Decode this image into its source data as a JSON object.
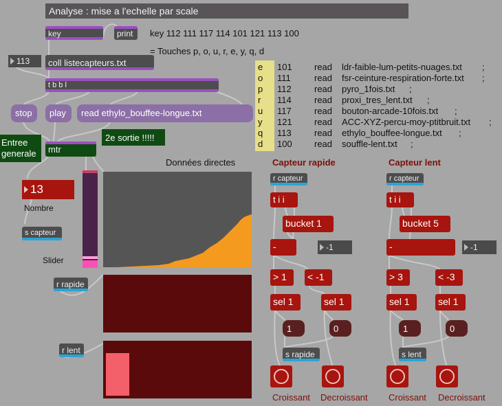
{
  "title": "Analyse : mise a l'echelle par scale",
  "objects": {
    "key": "key",
    "print": "print",
    "key_output": "key 112 111 117 114 101 121 113 100",
    "touches": "= Touches p, o, u, r, e, y, q, d",
    "num_113": "113",
    "coll": "coll listecapteurs.txt",
    "tbbl": "t b b l",
    "stop": "stop",
    "play": "play",
    "read_msg": "read ethylo_bouffee-longue.txt",
    "entree1": "Entree",
    "entree2": "generale",
    "mtr": "mtr",
    "sortie": "2e sortie !!!!!",
    "donnees": "Données directes",
    "nombre_value": "13",
    "nombre_label": "Nombre",
    "s_capteur": "s capteur",
    "slider_label": "Slider",
    "r_rapide": "r rapide",
    "r_lent": "r lent"
  },
  "key_table": [
    {
      "key": "e",
      "num": "101",
      "cmd": "read",
      "file": "ldr-faible-lum-petits-nuages.txt",
      "end": ";"
    },
    {
      "key": "o",
      "num": "111",
      "cmd": "read",
      "file": "fsr-ceinture-respiration-forte.txt",
      "end": ";"
    },
    {
      "key": "p",
      "num": "112",
      "cmd": "read",
      "file": "pyro_1fois.txt",
      "end": ";"
    },
    {
      "key": "r",
      "num": "114",
      "cmd": "read",
      "file": "proxi_tres_lent.txt",
      "end": ";"
    },
    {
      "key": "u",
      "num": "117",
      "cmd": "read",
      "file": "bouton-arcade-10fois.txt",
      "end": ";"
    },
    {
      "key": "y",
      "num": "121",
      "cmd": "read",
      "file": "ACC-XYZ-percu-moy-ptitbruit.txt",
      "end": ";"
    },
    {
      "key": "q",
      "num": "113",
      "cmd": "read",
      "file": "ethylo_bouffee-longue.txt",
      "end": ";"
    },
    {
      "key": "d",
      "num": "100",
      "cmd": "read",
      "file": "souffle-lent.txt",
      "end": ";"
    }
  ],
  "rapide": {
    "header": "Capteur rapide",
    "r_capteur": "r capteur",
    "tii": "t i i",
    "bucket": "bucket 1",
    "minus": "-",
    "neg": "-1",
    "gt": "> 1",
    "lt": "< -1",
    "sel1": "sel 1",
    "sel2": "sel 1",
    "msg1": "1",
    "msg0": "0",
    "send": "s rapide",
    "croissant": "Croissant",
    "decroissant": "Decroissant"
  },
  "lent": {
    "header": "Capteur lent",
    "r_capteur": "r capteur",
    "tii": "t i i",
    "bucket": "bucket 5",
    "minus": "-",
    "neg": "-1",
    "gt": "> 3",
    "lt": "< -3",
    "sel1": "sel 1",
    "sel2": "sel 1",
    "msg1": "1",
    "msg0": "0",
    "send": "s lent",
    "croissant": "Croissant",
    "decroissant": "Decroissant"
  },
  "slider_value_fraction": 0.08,
  "colors": {
    "background": "#a6a6a6",
    "object": "#4d4d4d",
    "red_object": "#a8140e",
    "dark_red": "#5a0a0a",
    "orange_plot": "#f39a1f",
    "plot_bg": "#555555",
    "pink": "#f4606a",
    "green": "#0f4a12",
    "purple": "#9b4fc0",
    "cyan": "#2aa5d6",
    "yellow": "#e7df8a"
  }
}
